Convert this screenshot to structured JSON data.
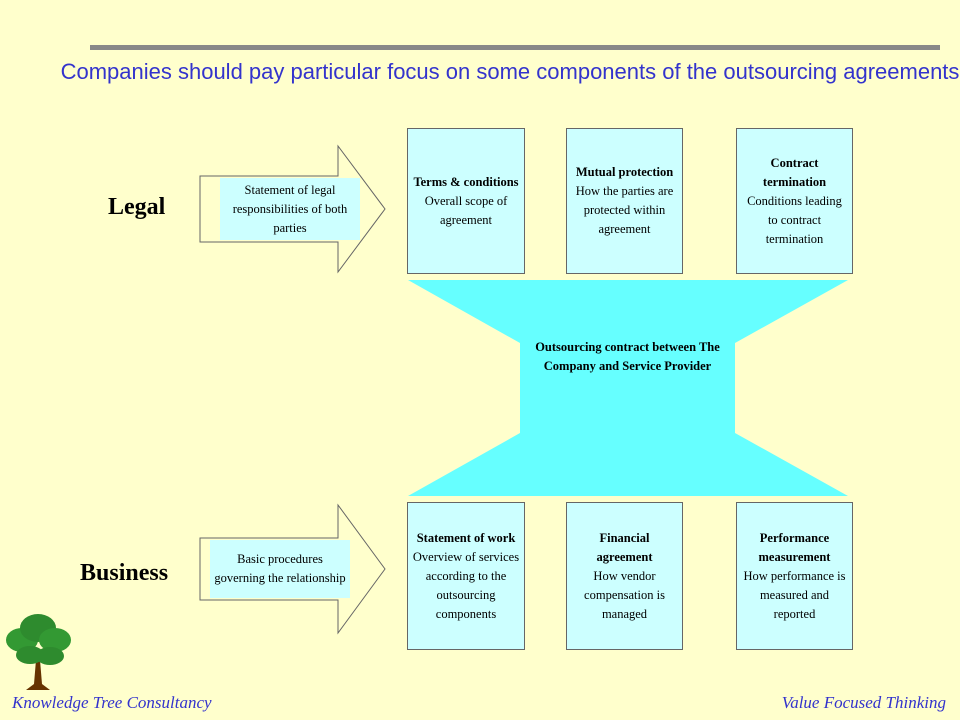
{
  "title": "Companies should pay particular focus on some components of the outsourcing agreements",
  "rows": {
    "legal": {
      "label": "Legal",
      "arrow_text": "Statement of legal responsibilities  of both parties",
      "boxes": [
        {
          "title": "Terms & conditions",
          "body": "Overall scope of agreement"
        },
        {
          "title": "Mutual protection",
          "body": "How the parties are protected within agreement"
        },
        {
          "title": "Contract termination",
          "body": "Conditions leading to contract termination"
        }
      ]
    },
    "business": {
      "label": "Business",
      "arrow_text": "Basic procedures governing the relationship",
      "boxes": [
        {
          "title": "Statement of work",
          "body": "Overview of services according to the outsourcing components"
        },
        {
          "title": "Financial agreement",
          "body": "How vendor compensation is managed"
        },
        {
          "title": "Performance measurement",
          "body": "How performance is measured and reported"
        }
      ]
    }
  },
  "center_text": "Outsourcing contract between The Company and Service Provider",
  "footer": {
    "left": "Knowledge Tree Consultancy",
    "right": "Value Focused Thinking"
  },
  "colors": {
    "background": "#ffffcc",
    "box_fill": "#ccffff",
    "center_fill": "#66ffff",
    "title": "#3333cc"
  },
  "icons": [
    "tree-logo-icon"
  ]
}
